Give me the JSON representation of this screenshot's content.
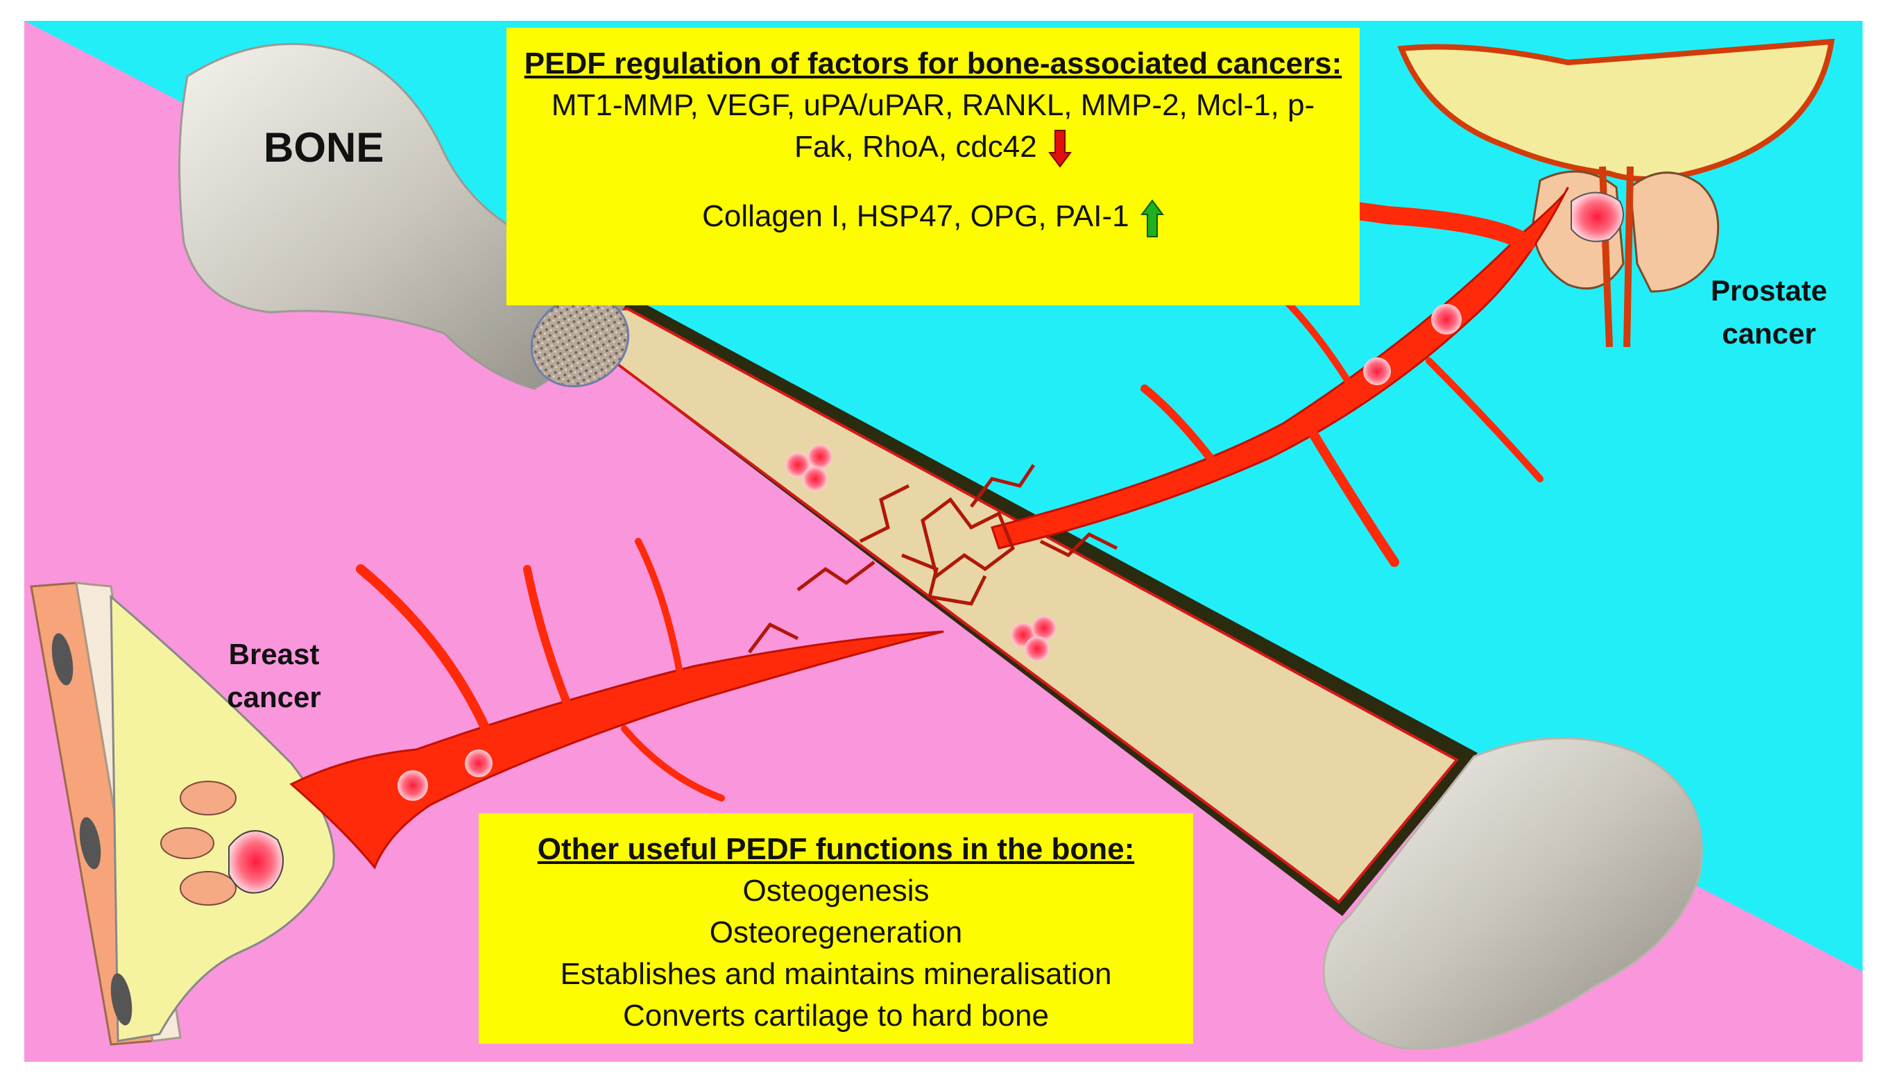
{
  "labels": {
    "bone": "BONE",
    "prostate_line1": "Prostate",
    "prostate_line2": "cancer",
    "breast_line1": "Breast",
    "breast_line2": "cancer"
  },
  "top_box": {
    "title": "PEDF regulation of factors for bone-associated cancers:",
    "line1": "MT1-MMP, VEGF, uPA/uPAR, RANKL, MMP-2, Mcl-1, p-",
    "line2": "Fak, RhoA, cdc42",
    "line3": "Collagen I, HSP47, OPG, PAI-1"
  },
  "bottom_box": {
    "title": "Other useful PEDF functions in the bone:",
    "items": [
      "Osteogenesis",
      "Osteoregeneration",
      "Establishes and maintains mineralisation",
      "Converts cartilage to hard bone"
    ]
  },
  "colors": {
    "pink": "#fa96dc",
    "cyan": "#22eef8",
    "box_yellow": "#fdfd00",
    "vessel_red": "#ff2a0a",
    "marrow": "#e8d6a6",
    "arrow_down": "#e01010",
    "arrow_up": "#20b020"
  },
  "icons": [
    "down-arrow-icon",
    "up-arrow-icon"
  ]
}
